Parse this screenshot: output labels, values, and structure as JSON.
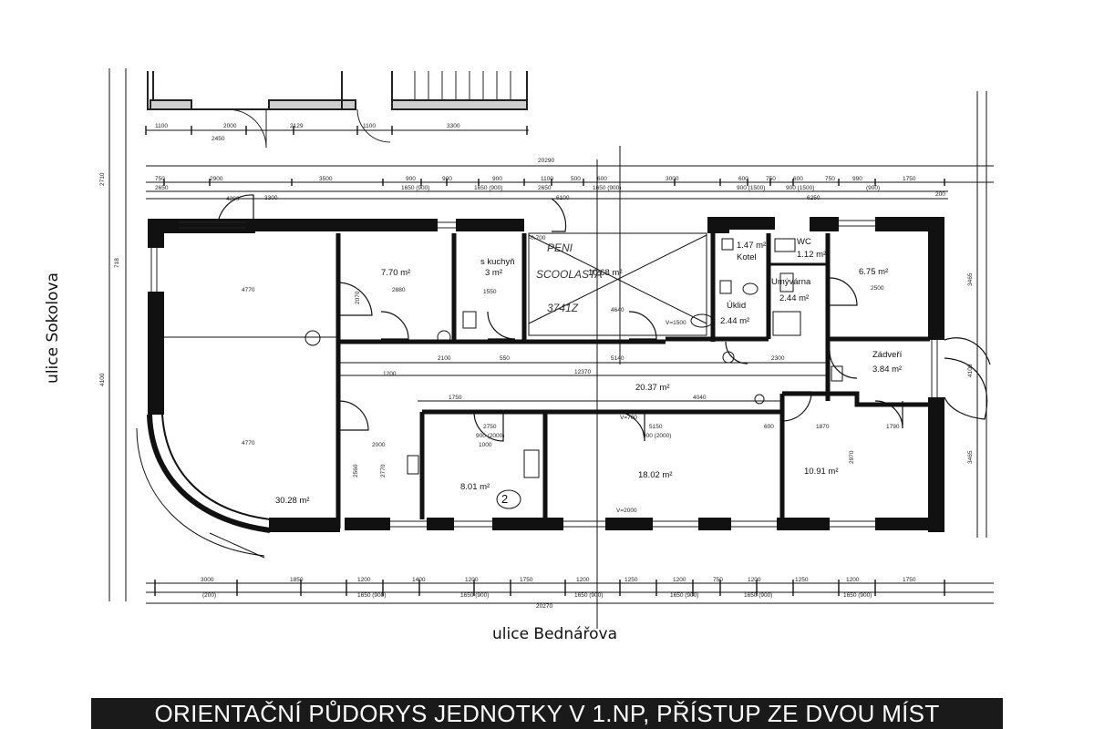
{
  "streets": {
    "west": "ulice Sokolova",
    "south": "ulice Bednářova"
  },
  "caption": "ORIENTAČNÍ PŮDORYS JEDNOTKY V 1.NP, PŘÍSTUP ZE DVOU MÍST",
  "handwritten_note": "PENI SCOOLASTA 3741Z",
  "rooms": [
    {
      "id": "r1",
      "area": "30.28 m²"
    },
    {
      "id": "r2",
      "area": "7.70 m²"
    },
    {
      "id": "r3",
      "label": "s kuchyň",
      "area": "3 m²"
    },
    {
      "id": "r4",
      "area": "10.68 m²"
    },
    {
      "id": "r5",
      "area": "1.47 m²",
      "label": "Kotel"
    },
    {
      "id": "r6",
      "label": "WC",
      "area": "1.12 m²"
    },
    {
      "id": "r7",
      "label": "Umývárna",
      "area": "2.44 m²"
    },
    {
      "id": "r8",
      "label": "Úklid",
      "area": "2.44 m²"
    },
    {
      "id": "r9",
      "area": "6.75 m²"
    },
    {
      "id": "r10",
      "label": "Zádveří",
      "area": "3.84 m²"
    },
    {
      "id": "r11",
      "area": "20.37 m²"
    },
    {
      "id": "r12",
      "area": "8.01 m²",
      "mark": "2"
    },
    {
      "id": "r13",
      "area": "18.02 m²"
    },
    {
      "id": "r14",
      "area": "10.91 m²"
    }
  ],
  "dimensions": {
    "top_row1": [
      "1100",
      "2000",
      "2129",
      "1100",
      "3300"
    ],
    "top_row1_sub": [
      "2450"
    ],
    "top_total": "20290",
    "top_row2": [
      "750",
      "2900",
      "3500",
      "900",
      "900",
      "900",
      "1100",
      "500",
      "600",
      "3000",
      "600",
      "750",
      "600",
      "750",
      "990",
      "1750"
    ],
    "top_row3": [
      "2650",
      "1650 (900)",
      "1650 (900)",
      "2650",
      "1650 (900)",
      "900 (1500)",
      "900 (1500)",
      "(900)"
    ],
    "top_row4": [
      "3300",
      "6100",
      "6250"
    ],
    "top_misc": [
      "200",
      "4200"
    ],
    "bottom_row1": [
      "3000",
      "1850",
      "1200",
      "1400",
      "1200",
      "1750",
      "1200",
      "1250",
      "1200",
      "750",
      "1200",
      "1250",
      "1200",
      "1750"
    ],
    "bottom_row2": [
      "(200)",
      "1650 (900)",
      "1650 (900)",
      "1650 (900)",
      "1650 (900)",
      "1650 (900)",
      "1650 (900)"
    ],
    "bottom_total": "20270",
    "left_col": [
      "718",
      "2710",
      "4100"
    ],
    "right_col": [
      "3465",
      "4100",
      "3465"
    ],
    "interior": [
      "4770",
      "2880",
      "1550",
      "4640",
      "2500",
      "550",
      "5140",
      "2300",
      "12370",
      "1750",
      "4040",
      "2750",
      "5150",
      "600",
      "1870",
      "1790",
      "4770",
      "2000",
      "2560",
      "2770",
      "900 (2000)",
      "900 (2000)",
      "1000",
      "2100",
      "1200",
      "2070",
      "2970",
      "V=2000",
      "V=1500",
      "V=700",
      "-0.700"
    ]
  }
}
